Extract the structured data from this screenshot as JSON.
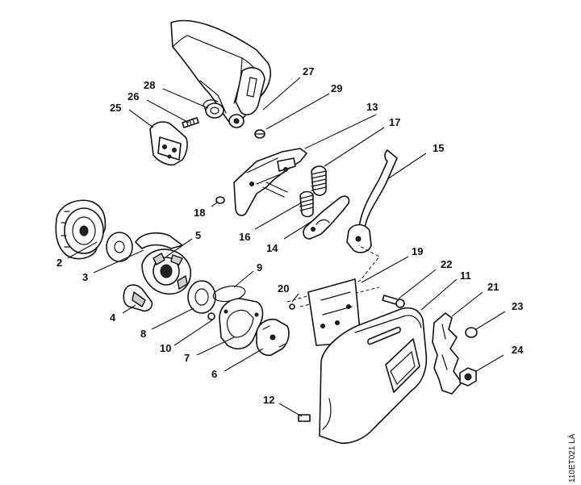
{
  "callouts": {
    "p2": "2",
    "p3": "3",
    "p4": "4",
    "p5": "5",
    "p6": "6",
    "p7": "7",
    "p8": "8",
    "p9": "9",
    "p10": "10",
    "p11": "11",
    "p12": "12",
    "p13": "13",
    "p14": "14",
    "p15": "15",
    "p16": "16",
    "p17": "17",
    "p18": "18",
    "p19": "19",
    "p20": "20",
    "p21": "21",
    "p22": "22",
    "p23": "23",
    "p24": "24",
    "p25": "25",
    "p26": "26",
    "p27": "27",
    "p28": "28",
    "p29": "29"
  },
  "reference_code": "110ET021 LÄ"
}
